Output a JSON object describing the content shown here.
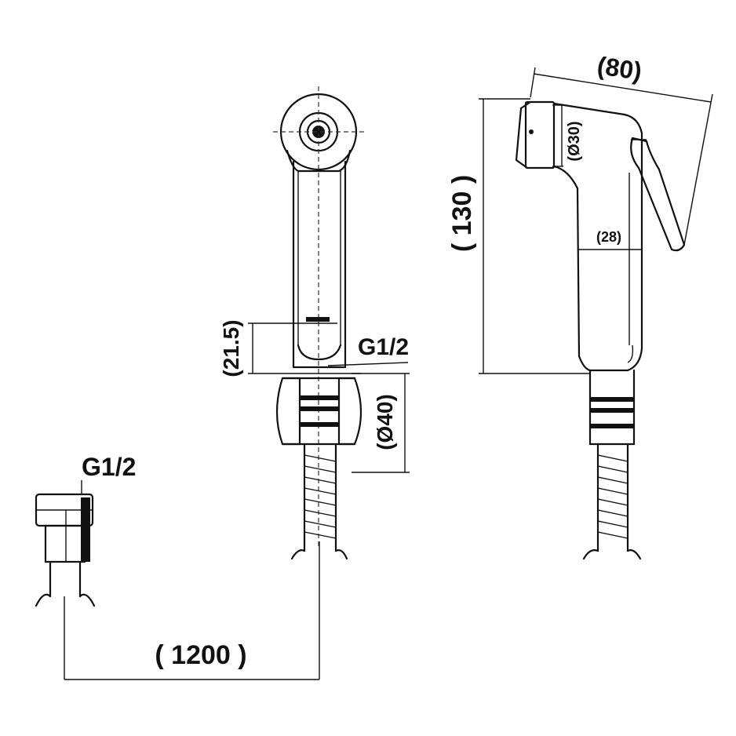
{
  "dimensions": {
    "hose_length": "( 1200 )",
    "bracket_height": "(21.5)",
    "bracket_diameter": "(Ø40)",
    "outlet_thread": "G1/2",
    "inlet_thread": "G1/2",
    "head_height": "( 130 )",
    "head_length": "(80)",
    "nozzle_diameter": "(Ø30)",
    "handle_width": "(28)"
  }
}
